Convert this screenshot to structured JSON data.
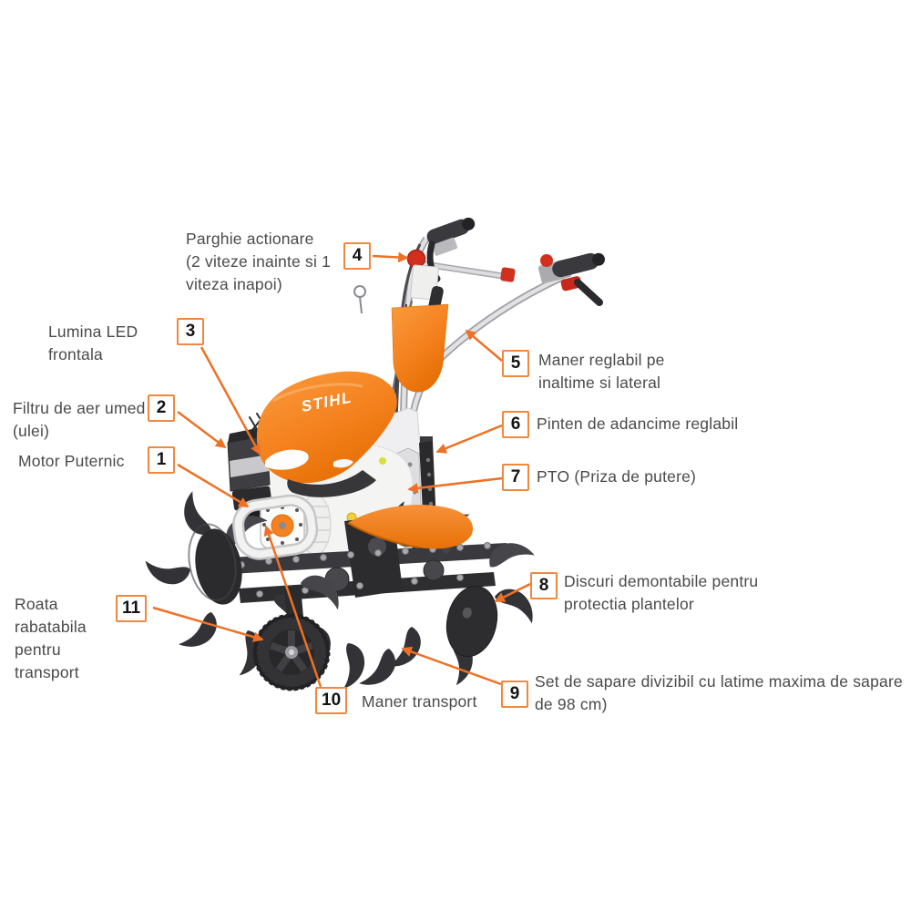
{
  "page": {
    "background": "#ffffff"
  },
  "diagram": {
    "brand": "STIHL",
    "subject": "motor-hoe-tiller",
    "colors": {
      "accent_orange": "#ee7125",
      "callout_border": "#f0883f",
      "label_text": "#4a4a4a",
      "number_text": "#141414",
      "machine_orange": "#f5821f",
      "machine_dark": "#333336",
      "machine_red": "#d2301f"
    },
    "callouts": [
      {
        "num": "1",
        "text": "Motor Puternic"
      },
      {
        "num": "2",
        "text": "Filtru de aer umed\n(ulei)"
      },
      {
        "num": "3",
        "text": "Lumina LED\nfrontala"
      },
      {
        "num": "4",
        "text": "Parghie actionare\n(2 viteze inainte si 1\nviteza inapoi)"
      },
      {
        "num": "5",
        "text": "Maner reglabil pe\ninaltime si lateral"
      },
      {
        "num": "6",
        "text": "Pinten de adancime reglabil"
      },
      {
        "num": "7",
        "text": "PTO (Priza de putere)"
      },
      {
        "num": "8",
        "text": "Discuri demontabile pentru\nprotectia plantelor"
      },
      {
        "num": "9",
        "text": "Set de sapare divizibil cu latime maxima de sapare\nde 98 cm)"
      },
      {
        "num": "10",
        "text": "Maner transport"
      },
      {
        "num": "11",
        "text": "Roata\nrabatabila\npentru\ntransport"
      }
    ]
  }
}
